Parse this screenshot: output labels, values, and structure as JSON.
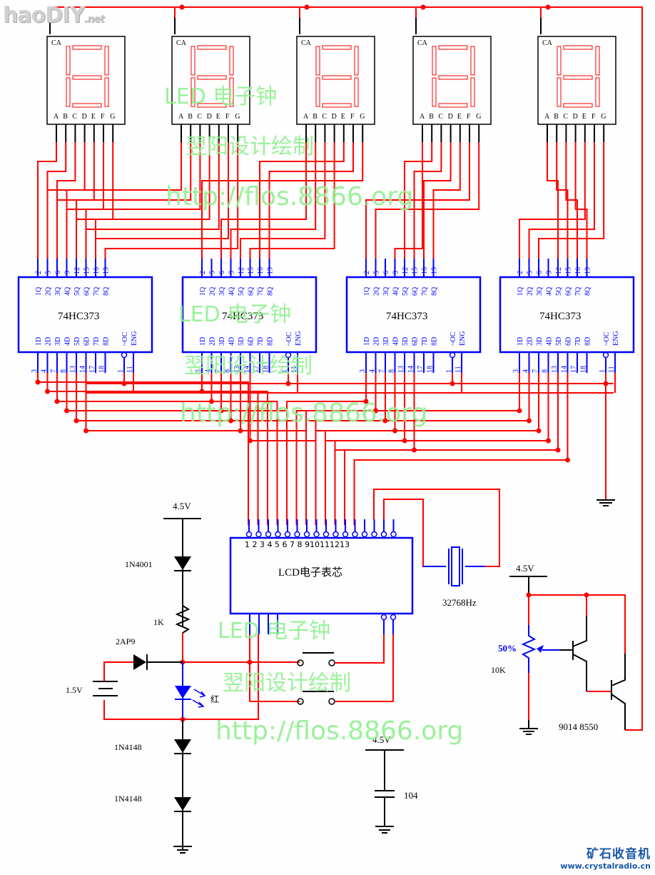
{
  "logo": {
    "text": "haoDIY",
    "suffix": ".net"
  },
  "watermarks": [
    {
      "line1": "LED 电子钟",
      "line2": "翌阳设计绘制",
      "line3": "http://flos.8866.org"
    }
  ],
  "colors": {
    "wire": "#ff0000",
    "ic_blue": "#0000ff",
    "black": "#000000",
    "watermark": "#90f090",
    "footer_blue": "#1a56a8"
  },
  "displays": {
    "count": 5,
    "common_label": "CA",
    "segment_labels": [
      "A",
      "B",
      "C",
      "D",
      "E",
      "F",
      "G"
    ]
  },
  "latches": {
    "count": 4,
    "part": "74HC373",
    "top_pins": [
      "2",
      "5",
      "6",
      "9",
      "12",
      "15",
      "16",
      "19"
    ],
    "top_labels": [
      "1Q",
      "2Q",
      "3Q",
      "4Q",
      "5Q",
      "6Q",
      "7Q",
      "8Q"
    ],
    "bottom_pins": [
      "3",
      "4",
      "7",
      "8",
      "13",
      "14",
      "17",
      "18"
    ],
    "bottom_labels": [
      "1D",
      "2D",
      "3D",
      "4D",
      "5D",
      "6D",
      "7D",
      "8D"
    ],
    "oc_pin": "1",
    "oc_label": "~OC",
    "eng_pin": "11",
    "eng_label": "ENG"
  },
  "lcd_chip": {
    "label": "LCD电子表芯",
    "pin_numbers": "1 2 3 4 5 6 7 8 910111213"
  },
  "crystal": {
    "label": "32768Hz"
  },
  "power_section": {
    "supply_label": "4.5V",
    "diode1": "1N4001",
    "resistor": "1K",
    "diode2": "2AP9",
    "battery": "1.5V",
    "led_label": "红",
    "diode3": "1N4148",
    "diode4": "1N4148"
  },
  "cap_section": {
    "supply_label": "4.5V",
    "cap_label": "104"
  },
  "driver_section": {
    "supply_label": "4.5V",
    "pot_percent": "50%",
    "pot_value": "10K",
    "transistors": "9014  8550"
  },
  "footer": {
    "title": "矿石收音机",
    "url": "www.crystalradio.cn"
  }
}
